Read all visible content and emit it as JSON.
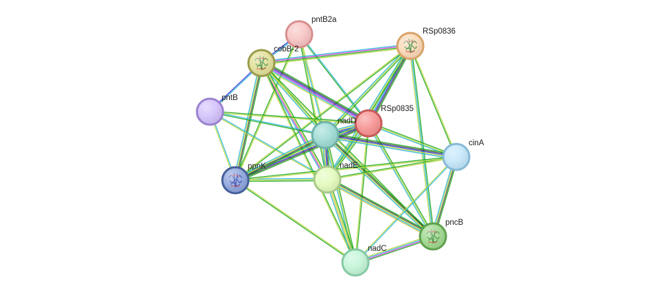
{
  "title": "",
  "nodes": [
    {
      "id": "pntB2a",
      "label": "pntB2a",
      "fill": "#f8c4c4",
      "stroke": "#d98e8e",
      "has_structure": false
    },
    {
      "id": "RSp0836",
      "label": "RSp0836",
      "fill": "#fbd9b8",
      "stroke": "#d9a36a",
      "has_structure": true
    },
    {
      "id": "cobB-2",
      "label": "cobB-2",
      "fill": "#e3e09a",
      "stroke": "#9a9a4a",
      "has_structure": true
    },
    {
      "id": "pntB",
      "label": "pntB",
      "fill": "#d3c1fb",
      "stroke": "#9a82cf",
      "has_structure": false
    },
    {
      "id": "RSp0835",
      "label": "RSp0835",
      "fill": "#f79393",
      "stroke": "#c85a5a",
      "has_structure": false
    },
    {
      "id": "nadD",
      "label": "nadD",
      "fill": "#9fdcd4",
      "stroke": "#6fb3a9",
      "has_structure": false
    },
    {
      "id": "cinA",
      "label": "cinA",
      "fill": "#c4e7fa",
      "stroke": "#86b9d6",
      "has_structure": false
    },
    {
      "id": "ppnK",
      "label": "ppnK",
      "fill": "#8fa6dd",
      "stroke": "#45609a",
      "has_structure": true
    },
    {
      "id": "nadE",
      "label": "nadE",
      "fill": "#e3fbbd",
      "stroke": "#a9c98a",
      "has_structure": false
    },
    {
      "id": "pncB",
      "label": "pncB",
      "fill": "#9fd88f",
      "stroke": "#5da14c",
      "has_structure": true
    },
    {
      "id": "nadC",
      "label": "nadC",
      "fill": "#c4f5d8",
      "stroke": "#85c9a4",
      "has_structure": false
    }
  ],
  "evidence_colors": {
    "experimental": "#2b2bd8",
    "database": "#22b4d6",
    "textmining": "#b8d63c",
    "coexpression": "#3a3a3a",
    "neighborhood": "#17a517",
    "fusion": "#d633d6",
    "cooccurrence": "#d8c44a",
    "homology": "#9b78e0"
  },
  "edges": [
    {
      "source": "pntB2a",
      "target": "cobB-2",
      "evidence": [
        "database",
        "experimental"
      ]
    },
    {
      "source": "pntB2a",
      "target": "RSp0835",
      "evidence": [
        "database",
        "neighborhood"
      ]
    },
    {
      "source": "pntB2a",
      "target": "nadD",
      "evidence": [
        "textmining",
        "database"
      ]
    },
    {
      "source": "pntB2a",
      "target": "nadE",
      "evidence": [
        "textmining",
        "neighborhood"
      ]
    },
    {
      "source": "pntB2a",
      "target": "ppnK",
      "evidence": [
        "textmining",
        "neighborhood"
      ]
    },
    {
      "source": "RSp0836",
      "target": "cobB-2",
      "evidence": [
        "textmining",
        "neighborhood",
        "fusion",
        "database"
      ]
    },
    {
      "source": "RSp0836",
      "target": "RSp0835",
      "evidence": [
        "neighborhood",
        "coexpression",
        "experimental",
        "database",
        "textmining"
      ]
    },
    {
      "source": "RSp0836",
      "target": "nadD",
      "evidence": [
        "neighborhood",
        "textmining",
        "database"
      ]
    },
    {
      "source": "RSp0836",
      "target": "nadE",
      "evidence": [
        "neighborhood",
        "textmining",
        "database"
      ]
    },
    {
      "source": "RSp0836",
      "target": "cinA",
      "evidence": [
        "textmining",
        "neighborhood"
      ]
    },
    {
      "source": "RSp0836",
      "target": "ppnK",
      "evidence": [
        "neighborhood",
        "textmining"
      ]
    },
    {
      "source": "RSp0836",
      "target": "pncB",
      "evidence": [
        "neighborhood",
        "database",
        "textmining"
      ]
    },
    {
      "source": "cobB-2",
      "target": "RSp0835",
      "evidence": [
        "neighborhood",
        "coexpression",
        "experimental",
        "fusion",
        "database",
        "textmining"
      ]
    },
    {
      "source": "cobB-2",
      "target": "nadD",
      "evidence": [
        "neighborhood",
        "textmining",
        "database"
      ]
    },
    {
      "source": "cobB-2",
      "target": "nadE",
      "evidence": [
        "neighborhood",
        "textmining",
        "fusion",
        "database"
      ]
    },
    {
      "source": "cobB-2",
      "target": "ppnK",
      "evidence": [
        "neighborhood",
        "coexpression",
        "textmining",
        "database"
      ]
    },
    {
      "source": "cobB-2",
      "target": "pntB",
      "evidence": [
        "database",
        "experimental"
      ]
    },
    {
      "source": "cobB-2",
      "target": "nadC",
      "evidence": [
        "neighborhood",
        "textmining"
      ]
    },
    {
      "source": "cobB-2",
      "target": "pncB",
      "evidence": [
        "neighborhood",
        "textmining"
      ]
    },
    {
      "source": "pntB",
      "target": "nadD",
      "evidence": [
        "database",
        "neighborhood"
      ]
    },
    {
      "source": "pntB",
      "target": "nadE",
      "evidence": [
        "database",
        "textmining"
      ]
    },
    {
      "source": "pntB",
      "target": "RSp0835",
      "evidence": [
        "neighborhood",
        "textmining"
      ]
    },
    {
      "source": "pntB",
      "target": "ppnK",
      "evidence": [
        "database",
        "textmining"
      ]
    },
    {
      "source": "RSp0835",
      "target": "nadD",
      "evidence": [
        "neighborhood",
        "coexpression",
        "experimental",
        "textmining",
        "database"
      ]
    },
    {
      "source": "RSp0835",
      "target": "nadE",
      "evidence": [
        "neighborhood",
        "textmining",
        "database"
      ]
    },
    {
      "source": "RSp0835",
      "target": "cinA",
      "evidence": [
        "neighborhood",
        "textmining",
        "database"
      ]
    },
    {
      "source": "RSp0835",
      "target": "ppnK",
      "evidence": [
        "neighborhood",
        "coexpression",
        "experimental",
        "textmining",
        "database"
      ]
    },
    {
      "source": "RSp0835",
      "target": "pncB",
      "evidence": [
        "neighborhood",
        "textmining",
        "database"
      ]
    },
    {
      "source": "RSp0835",
      "target": "nadC",
      "evidence": [
        "neighborhood",
        "textmining"
      ]
    },
    {
      "source": "nadD",
      "target": "nadE",
      "evidence": [
        "neighborhood",
        "coexpression",
        "experimental",
        "textmining",
        "database"
      ]
    },
    {
      "source": "nadD",
      "target": "cinA",
      "evidence": [
        "neighborhood",
        "coexpression",
        "experimental",
        "textmining",
        "database"
      ]
    },
    {
      "source": "nadD",
      "target": "ppnK",
      "evidence": [
        "neighborhood",
        "coexpression",
        "textmining",
        "database"
      ]
    },
    {
      "source": "nadD",
      "target": "pncB",
      "evidence": [
        "neighborhood",
        "coexpression",
        "textmining",
        "database"
      ]
    },
    {
      "source": "nadD",
      "target": "nadC",
      "evidence": [
        "neighborhood",
        "textmining",
        "database"
      ]
    },
    {
      "source": "nadE",
      "target": "cinA",
      "evidence": [
        "neighborhood",
        "textmining"
      ]
    },
    {
      "source": "nadE",
      "target": "ppnK",
      "evidence": [
        "neighborhood",
        "textmining",
        "database"
      ]
    },
    {
      "source": "nadE",
      "target": "pncB",
      "evidence": [
        "neighborhood",
        "coexpression",
        "textmining",
        "database",
        "cooccurrence"
      ]
    },
    {
      "source": "nadE",
      "target": "nadC",
      "evidence": [
        "neighborhood",
        "textmining",
        "cooccurrence",
        "database"
      ]
    },
    {
      "source": "cinA",
      "target": "pncB",
      "evidence": [
        "neighborhood",
        "coexpression",
        "textmining",
        "database"
      ]
    },
    {
      "source": "cinA",
      "target": "nadC",
      "evidence": [
        "database",
        "textmining"
      ]
    },
    {
      "source": "cinA",
      "target": "ppnK",
      "evidence": [
        "textmining",
        "neighborhood"
      ]
    },
    {
      "source": "ppnK",
      "target": "nadC",
      "evidence": [
        "textmining",
        "neighborhood"
      ]
    },
    {
      "source": "pncB",
      "target": "nadC",
      "evidence": [
        "neighborhood",
        "fusion",
        "database",
        "textmining"
      ]
    }
  ]
}
